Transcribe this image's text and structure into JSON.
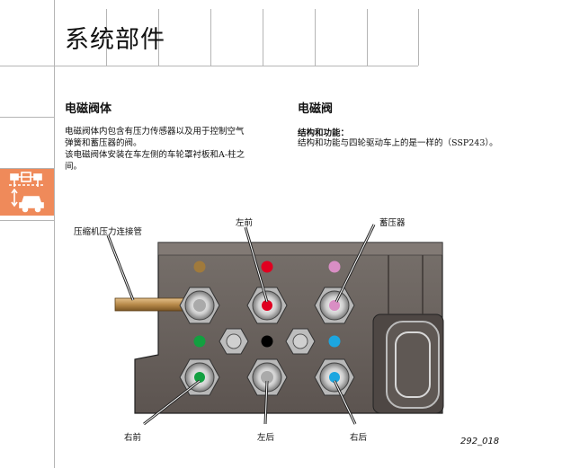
{
  "header": {
    "title": "系统部件"
  },
  "left_column": {
    "heading": "电磁阀体",
    "paragraphs": [
      "电磁阀体内包含有压力传感器以及用于控制空气",
      "弹簧和蓄压器的阀。",
      "该电磁阀体安装在车左侧的车轮罩衬板和A-柱之",
      "间。"
    ]
  },
  "right_column": {
    "heading": "电磁阀",
    "subheading": "结构和功能：",
    "text": "结构和功能与四轮驱动车上的是一样的（SSP243）。"
  },
  "figure": {
    "labels": {
      "compressor_line": "压缩机压力连接管",
      "front_left": "左前",
      "accumulator": "蓄压器",
      "front_right": "右前",
      "rear_left": "左后",
      "rear_right": "右后"
    },
    "figure_number": "292_018",
    "colors": {
      "brown": "#a07a3c",
      "red": "#e00020",
      "pink": "#d98ec4",
      "green": "#12a040",
      "black": "#000000",
      "cyan": "#1ca6e0",
      "block": "#6b625e",
      "pipe": "#b88a4a",
      "side_icon": "#ef8a5a"
    },
    "side_icon": "suspension-icon"
  }
}
